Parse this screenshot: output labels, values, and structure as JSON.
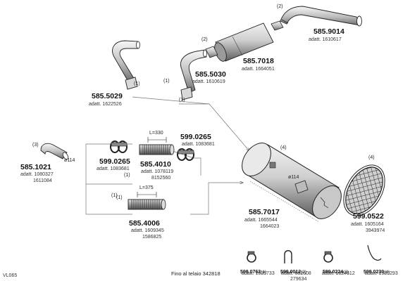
{
  "parts": [
    {
      "code": "585.9014",
      "adatt": "adatt. 1610617",
      "qty": "(2)"
    },
    {
      "code": "585.7018",
      "adatt": "adatt. 1664051",
      "qty": "(2)"
    },
    {
      "code": "585.5030",
      "adatt": "adatt. 1610619",
      "qty": "(1)"
    },
    {
      "code": "585.5029",
      "adatt": "adatt. 1622526",
      "qty": "(1)"
    },
    {
      "code": "585.1021",
      "adatt": "adatt. 1080327",
      "extra": "1611084",
      "qty": "(3)",
      "dia": "ø114"
    },
    {
      "code": "599.0265",
      "adatt": "adatt. 1083681",
      "qty": ""
    },
    {
      "code": "585.4010",
      "adatt": "adatt. 1078119",
      "extra": "8152560",
      "qty": "",
      "length": "L=330"
    },
    {
      "code": "599.0265",
      "adatt": "adatt. 1083681",
      "qty": ""
    },
    {
      "code": "585.4006",
      "adatt": "adatt. 1609345",
      "extra": "1586825",
      "qty": "(1)",
      "length": "L=375"
    },
    {
      "code": "585.7017",
      "adatt": "adatt. 1665544",
      "extra": "1664023",
      "qty": "(4)",
      "dia": "ø114"
    },
    {
      "code": "599.0522",
      "adatt": "adatt. 1605164",
      "extra": "3943974",
      "qty": "(4)"
    }
  ],
  "qty_labels": {
    "a": "(1)",
    "b": "(1)",
    "c": "(1)",
    "d": "(1)",
    "e": "(1)"
  },
  "accessories": [
    {
      "code": "599.0762",
      "qty": "(1)",
      "adatt": "adatt. 1335733"
    },
    {
      "code": "599.0012",
      "qty": "(2)",
      "adatt": "adatt. 682608",
      "extra": "279634"
    },
    {
      "code": "599.0224",
      "qty": "(3)",
      "adatt": "adatt. 1624612"
    },
    {
      "code": "599.0230",
      "qty": "(4)",
      "adatt": "adatt. 1586293"
    }
  ],
  "footer": {
    "code": "VL065",
    "note": "Fino al telaio 342818"
  }
}
